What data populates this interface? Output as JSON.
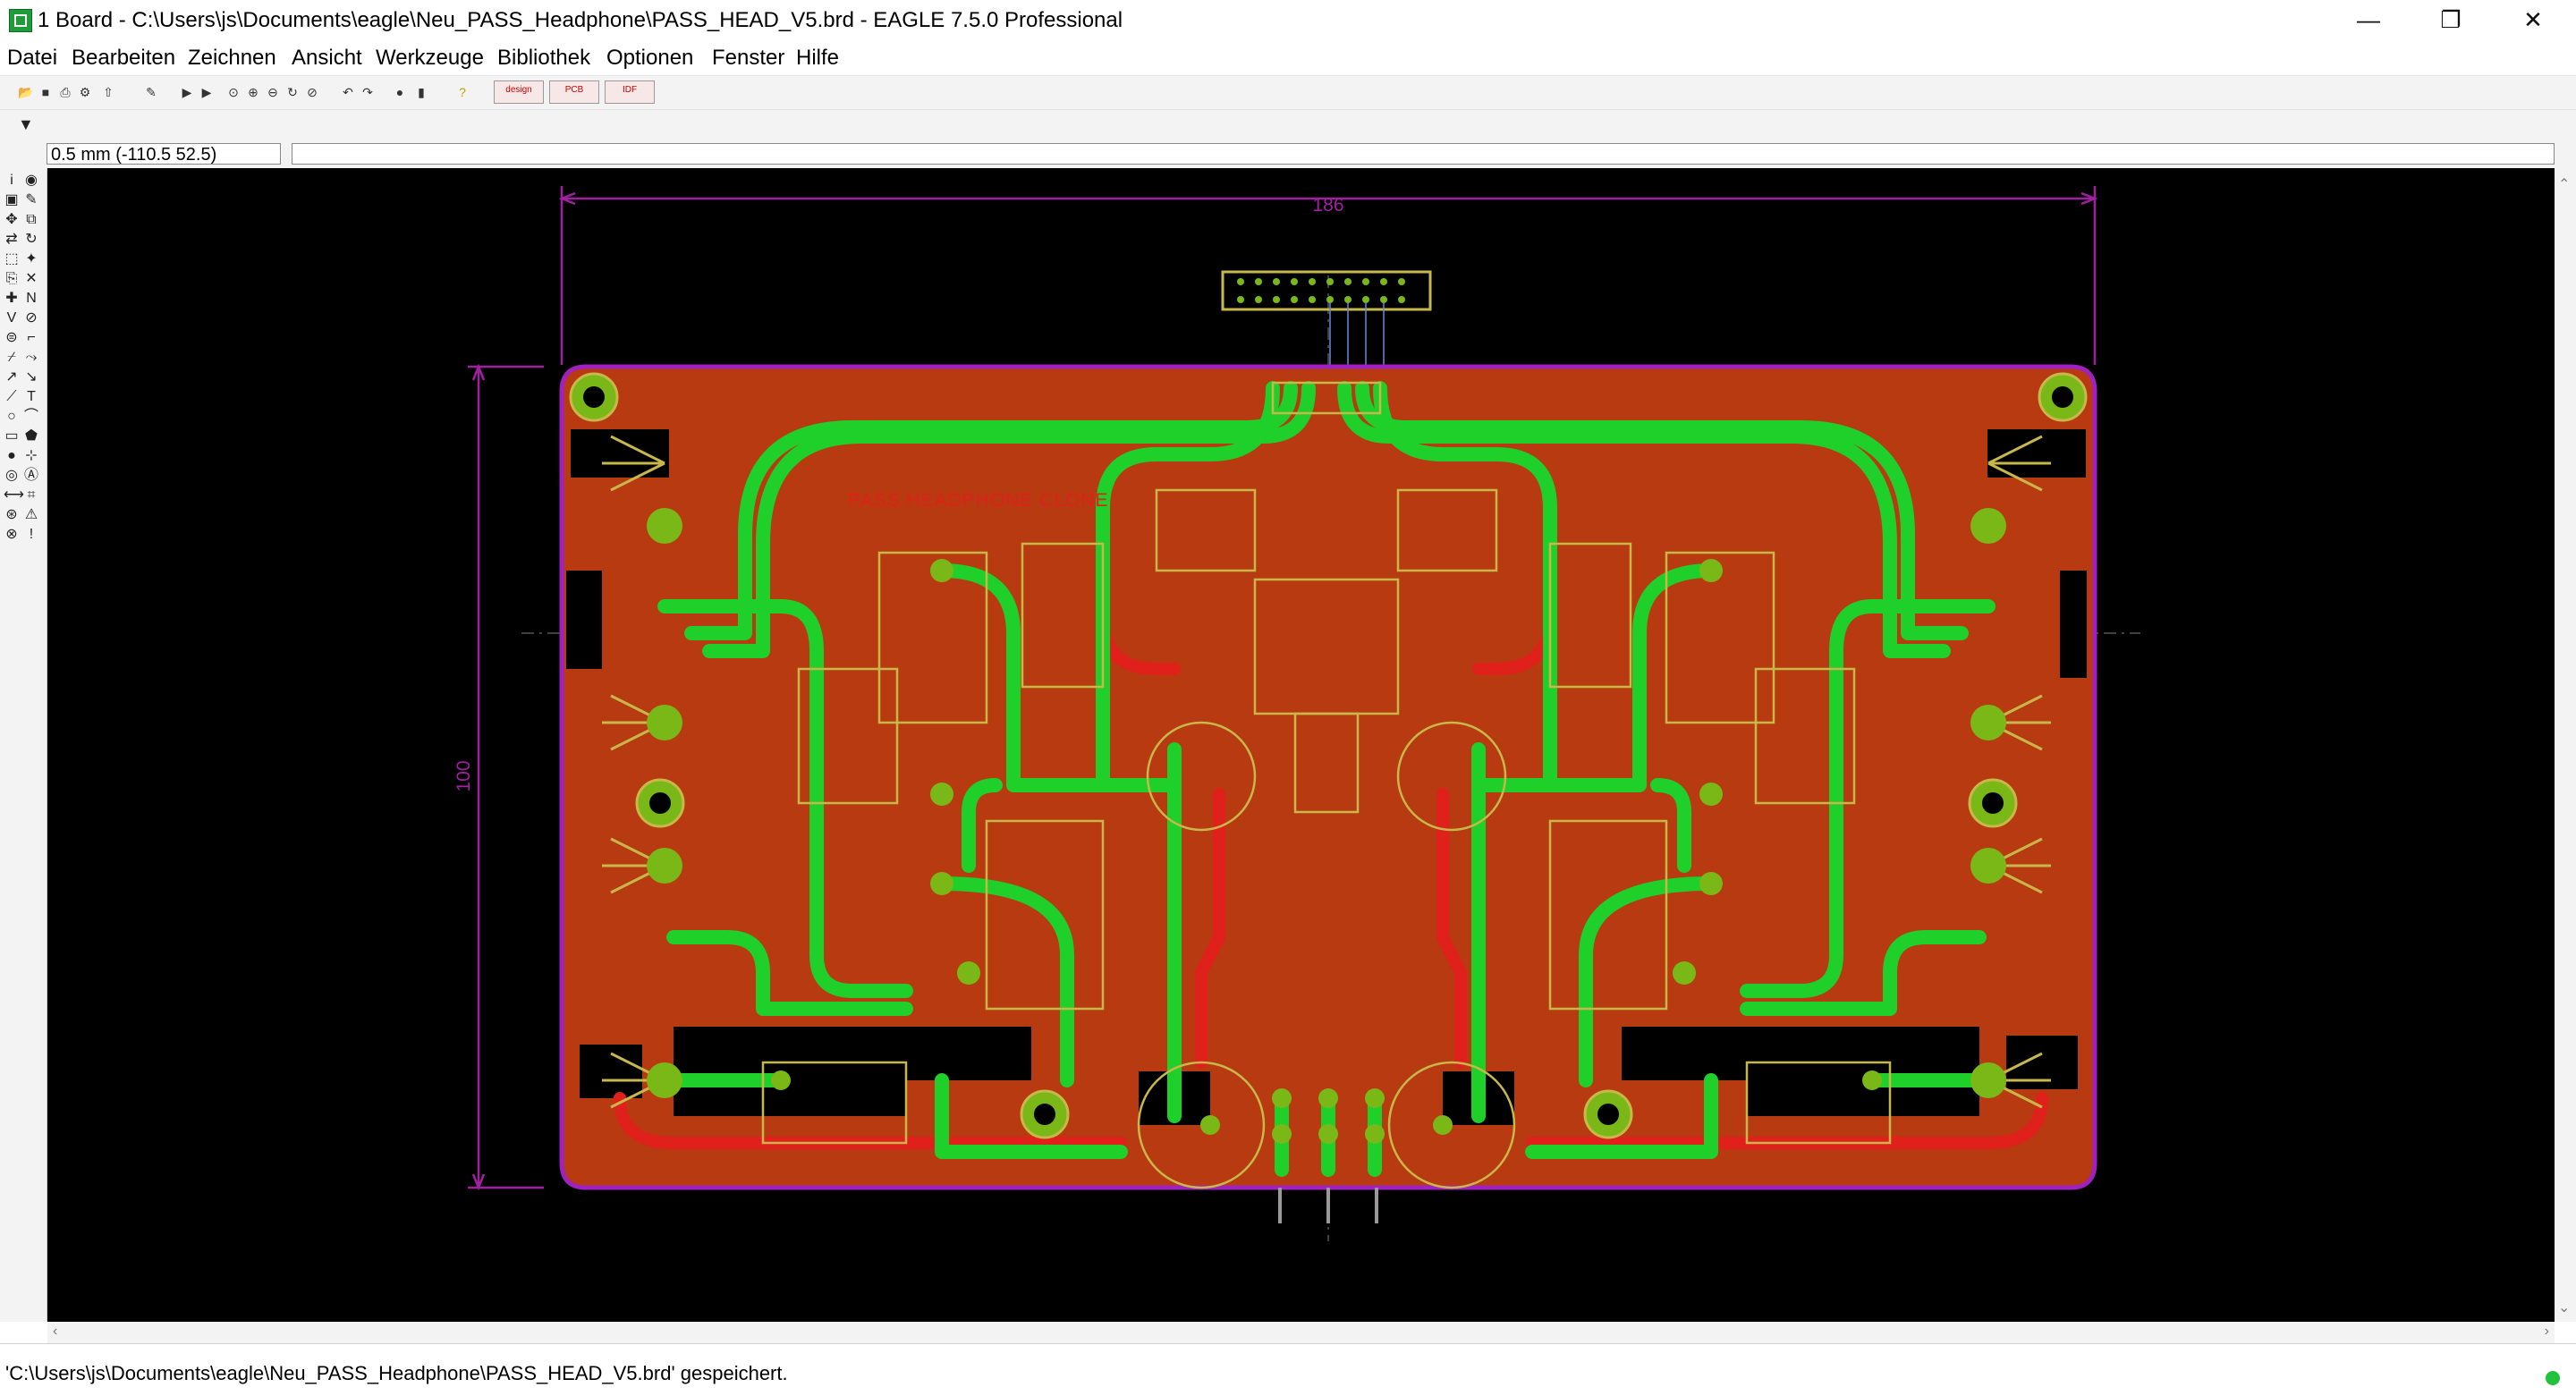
{
  "window": {
    "title": "1 Board - C:\\Users\\js\\Documents\\eagle\\Neu_PASS_Headphone\\PASS_HEAD_V5.brd - EAGLE 7.5.0 Professional",
    "minimize_icon": "minimize-icon",
    "restore_icon": "restore-icon",
    "close_icon": "close-icon"
  },
  "menu": [
    "Datei",
    "Bearbeiten",
    "Zeichnen",
    "Ansicht",
    "Werkzeuge",
    "Bibliothek",
    "Optionen",
    "Fenster",
    "Hilfe"
  ],
  "toolbar": {
    "icons": [
      "open-icon",
      "save-icon",
      "print-icon",
      "cam-icon",
      "import-icon",
      "script-icon",
      "run-icon",
      "zoom-fit-icon",
      "zoom-in-icon",
      "zoom-out-icon",
      "zoom-redraw-icon",
      "zoom-select-icon",
      "undo-icon",
      "redo-icon",
      "stop-icon",
      "go-icon",
      "help-icon"
    ],
    "plugins": [
      "design-link-icon",
      "pcb-quote-icon",
      "idf-export-icon"
    ]
  },
  "command": {
    "coordinate": "0.5 mm (-110.5 52.5)",
    "input_value": ""
  },
  "left_tools": [
    "info-icon",
    "show-icon",
    "display-icon",
    "mark-icon",
    "move-icon",
    "copy-icon",
    "mirror-icon",
    "rotate-icon",
    "group-icon",
    "change-icon",
    "paste-icon",
    "delete-icon",
    "add-icon",
    "name-icon",
    "value-icon",
    "smash-icon",
    "lock-icon",
    "miter-icon",
    "split-icon",
    "optimize-icon",
    "route-icon",
    "ripup-icon",
    "wire-icon",
    "text-icon",
    "circle-icon",
    "arc-icon",
    "rect-icon",
    "polygon-icon",
    "via-icon",
    "signal-icon",
    "hole-icon",
    "attribute-icon",
    "dimension-icon",
    "ratsnest-icon",
    "auto-icon",
    "erc-icon",
    "drc-icon",
    "errors-icon"
  ],
  "board": {
    "label": "PASS HEADPHONE CLONE",
    "dim_width": "186",
    "dim_height": "100",
    "colors": {
      "background": "#000000",
      "copper_pour": "#b83a10",
      "bottom_trace": "#1fcf2a",
      "top_trace": "#e0201b",
      "outline": "#a020c0",
      "silkscreen": "#c8b84a",
      "pad": "#7ab818",
      "dimension": "#a020a0"
    }
  },
  "status": {
    "message": "'C:\\Users\\js\\Documents\\eagle\\Neu_PASS_Headphone\\PASS_HEAD_V5.brd' gespeichert."
  }
}
